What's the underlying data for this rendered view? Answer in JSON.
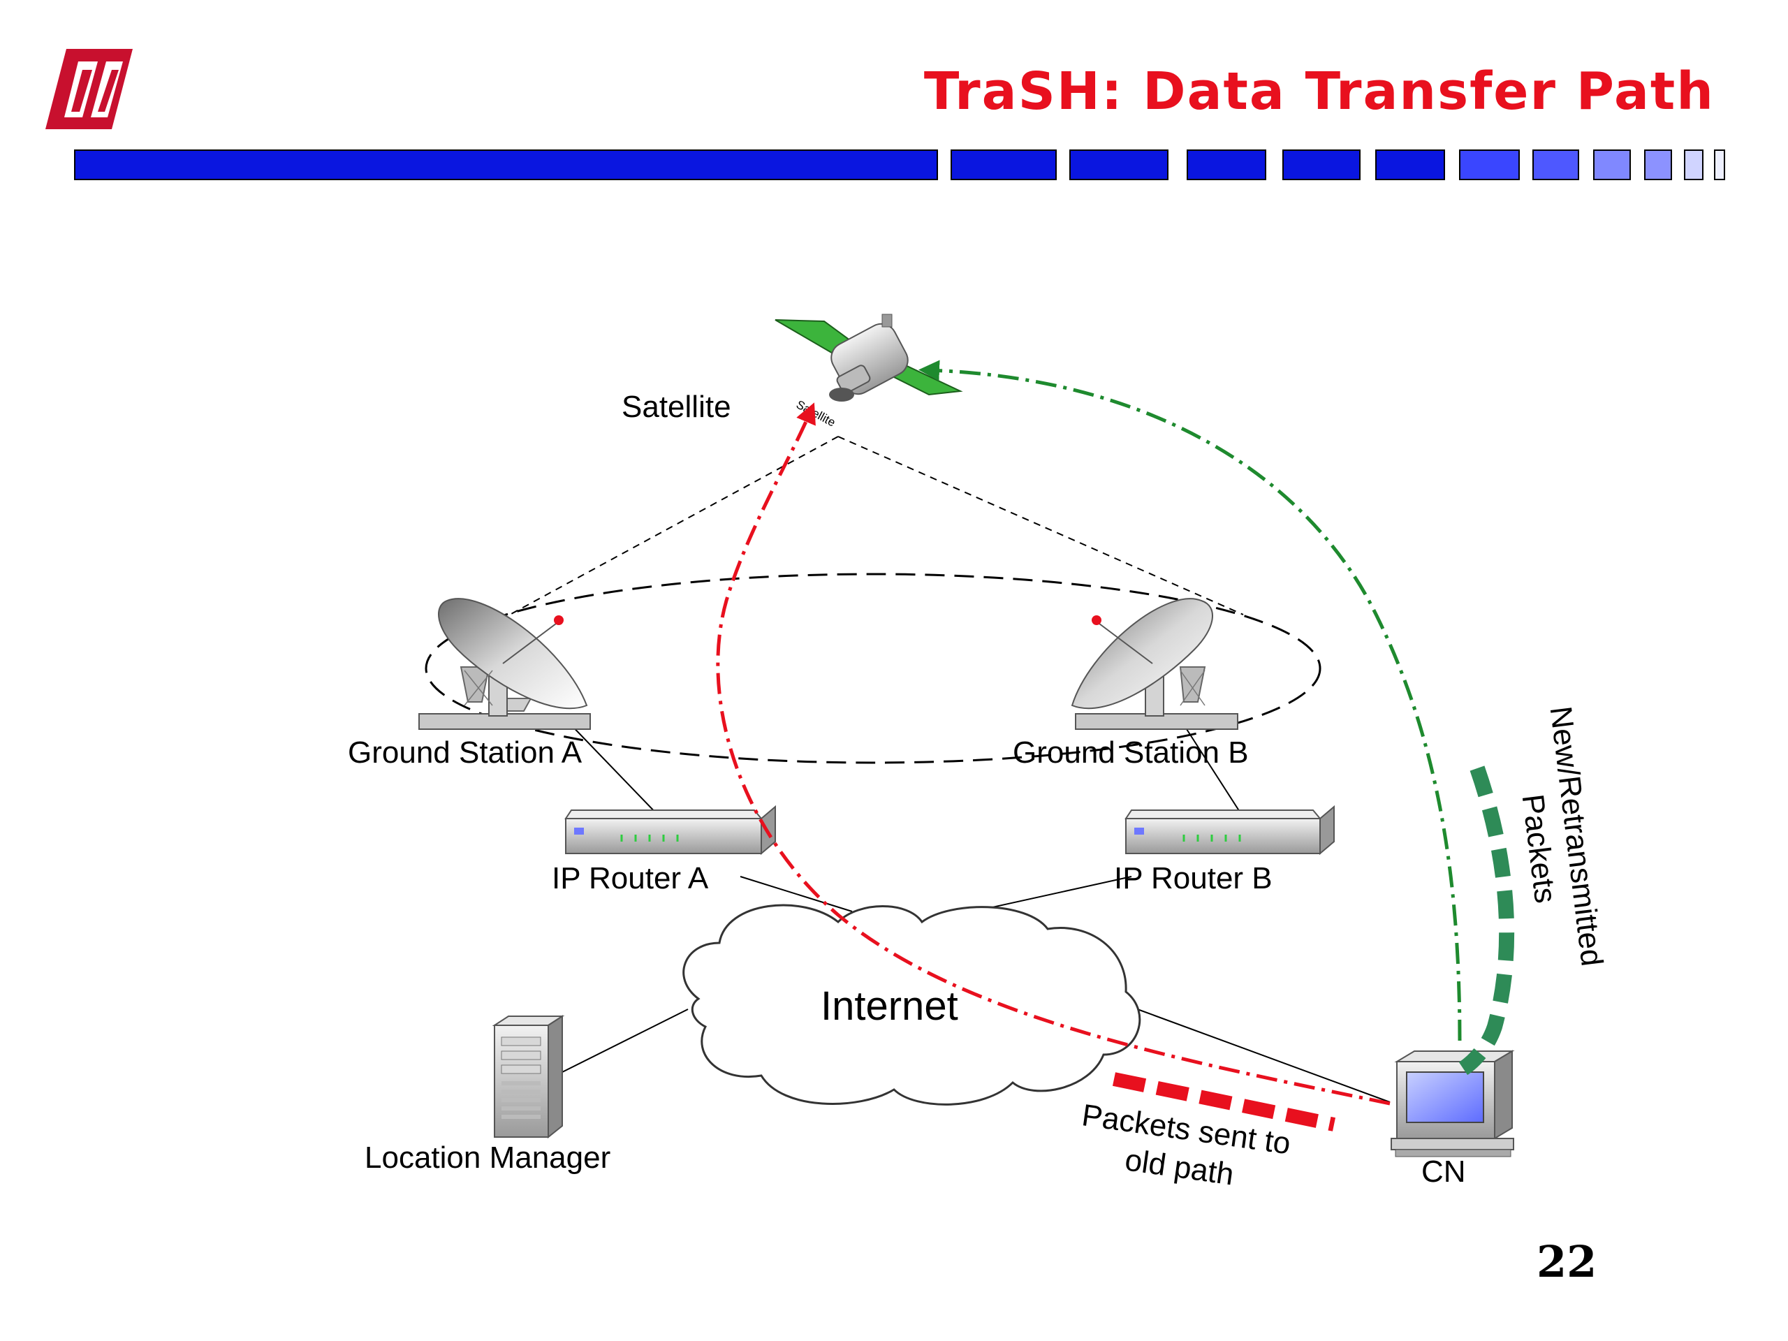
{
  "slide": {
    "title": "TraSH: Data Transfer Path",
    "page_number": "22",
    "brand_color": "#e8101e",
    "bar_color": "#0a16e0"
  },
  "diagram": {
    "satellite_label": "Satellite",
    "satellite_small_label": "Satellite",
    "ground_station_a": "Ground Station A",
    "ground_station_b": "Ground Station B",
    "router_a": "IP Router A",
    "router_b": "IP Router B",
    "internet": "Internet",
    "location_manager": "Location Manager",
    "cn": "CN",
    "old_path_line1": "Packets sent to",
    "old_path_line2": "old path",
    "new_path_line1": "New/Retransmitted",
    "new_path_line2": "Packets",
    "old_path_color": "#e8101e",
    "new_path_color": "#1e8a2e",
    "new_legend_color": "#2e8b57"
  }
}
